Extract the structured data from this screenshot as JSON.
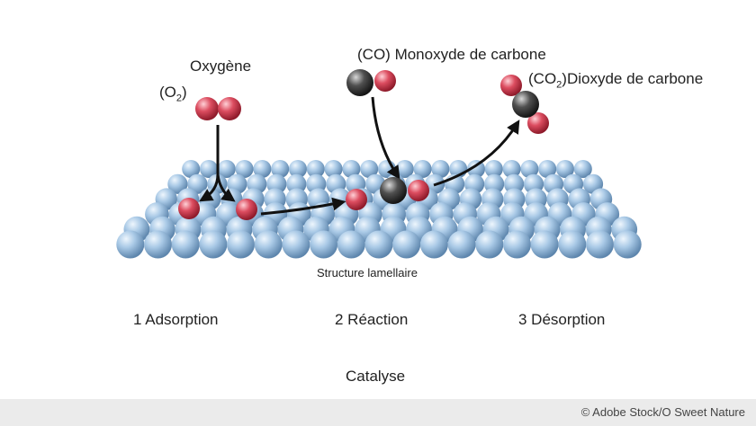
{
  "title": "Catalyse",
  "surface_label": "Structure lamellaire",
  "molecules": {
    "oxygen": {
      "name": "Oxygène",
      "formula_prefix": "(O",
      "formula_sub": "2",
      "formula_suffix": ")"
    },
    "carbon_monoxide": {
      "formula": "(CO)",
      "name": "Monoxyde de carbone"
    },
    "carbon_dioxide": {
      "formula_prefix": "(CO",
      "formula_sub": "2",
      "formula_suffix": ")",
      "name": "Dioxyde de carbone"
    }
  },
  "steps": [
    "1 Adsorption",
    "2 Réaction",
    "3 Désorption"
  ],
  "credit": "© Adobe Stock/O Sweet Nature",
  "colors": {
    "oxygen_atom": "#d9485a",
    "carbon_atom": "#3a3a3a",
    "surface_atom": "#9ec1e0",
    "arrow": "#111111"
  }
}
